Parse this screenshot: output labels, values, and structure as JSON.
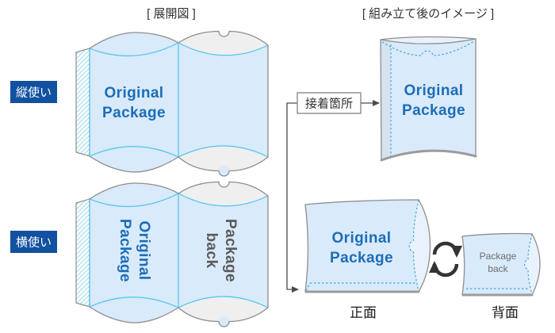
{
  "header": {
    "left_title": "[ 展開図 ]",
    "right_title": "[ 組み立て後のイメージ ]"
  },
  "row_labels": {
    "vertical_use": "縦使い",
    "horizontal_use": "横使い"
  },
  "glue": {
    "label": "接着箇所"
  },
  "pkg": {
    "front_line1": "Original",
    "front_line2": "Package",
    "back_line1": "Package",
    "back_line2": "back"
  },
  "captions": {
    "front": "正面",
    "back": "背面"
  },
  "colors": {
    "accent_blue": "#1c6db8",
    "label_bg": "#1251a0",
    "fold_cyan": "#4ec4ee",
    "seam_blue": "#3fa9e2",
    "outline_gray": "#8e8e8e",
    "panel_blue": "#d9eafa",
    "flap_gray": "#efefef",
    "rotated_gray_text": "#5a5a5a",
    "arrow_dark": "#333333"
  }
}
